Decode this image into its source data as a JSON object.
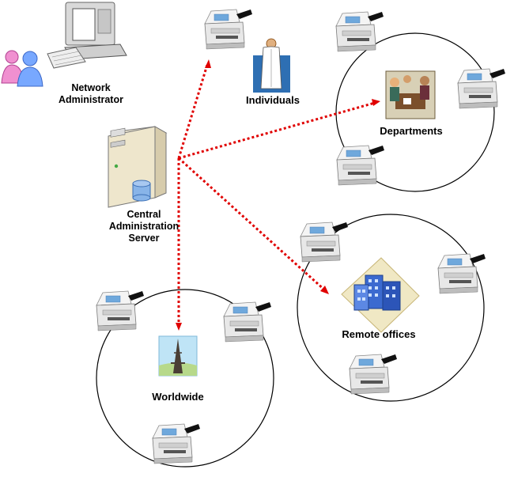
{
  "nodes": {
    "admin": {
      "label_line1": "Network",
      "label_line2": "Administrator"
    },
    "server": {
      "label_line1": "Central",
      "label_line2": "Administration",
      "label_line3": "Server"
    },
    "individuals": {
      "label": "Individuals"
    },
    "departments": {
      "label": "Departments"
    },
    "remote": {
      "label": "Remote offices"
    },
    "worldwide": {
      "label": "Worldwide"
    }
  },
  "colors": {
    "arrow": "#e00000",
    "circle": "#000000"
  },
  "icons": {
    "admin": "people-computer-icon",
    "server": "server-icon",
    "device": "scanner-device-icon",
    "individuals": "doctor-person-icon",
    "departments": "meeting-group-icon",
    "remote": "office-buildings-icon",
    "worldwide": "eiffel-tower-icon"
  }
}
